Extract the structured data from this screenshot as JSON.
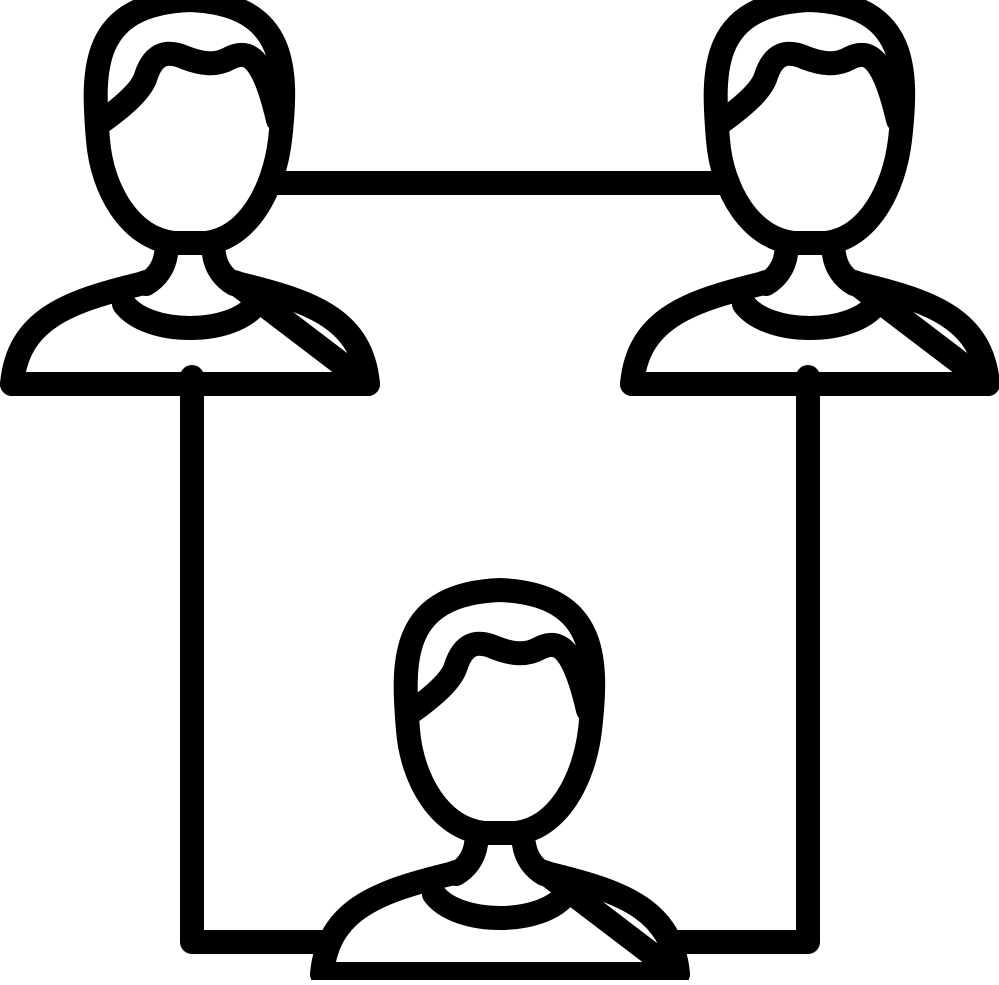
{
  "icon": {
    "name": "user-network-icon",
    "style": "line",
    "stroke_color": "#000000",
    "background_color": "#ffffff",
    "people": [
      {
        "id": "top-left",
        "icon": "person-icon"
      },
      {
        "id": "top-right",
        "icon": "person-icon"
      },
      {
        "id": "bottom-center",
        "icon": "person-icon"
      }
    ],
    "connectors": [
      {
        "from": "top-left",
        "to": "top-right"
      },
      {
        "from": "top-left",
        "to": "bottom-center"
      },
      {
        "from": "top-right",
        "to": "bottom-center"
      }
    ]
  }
}
